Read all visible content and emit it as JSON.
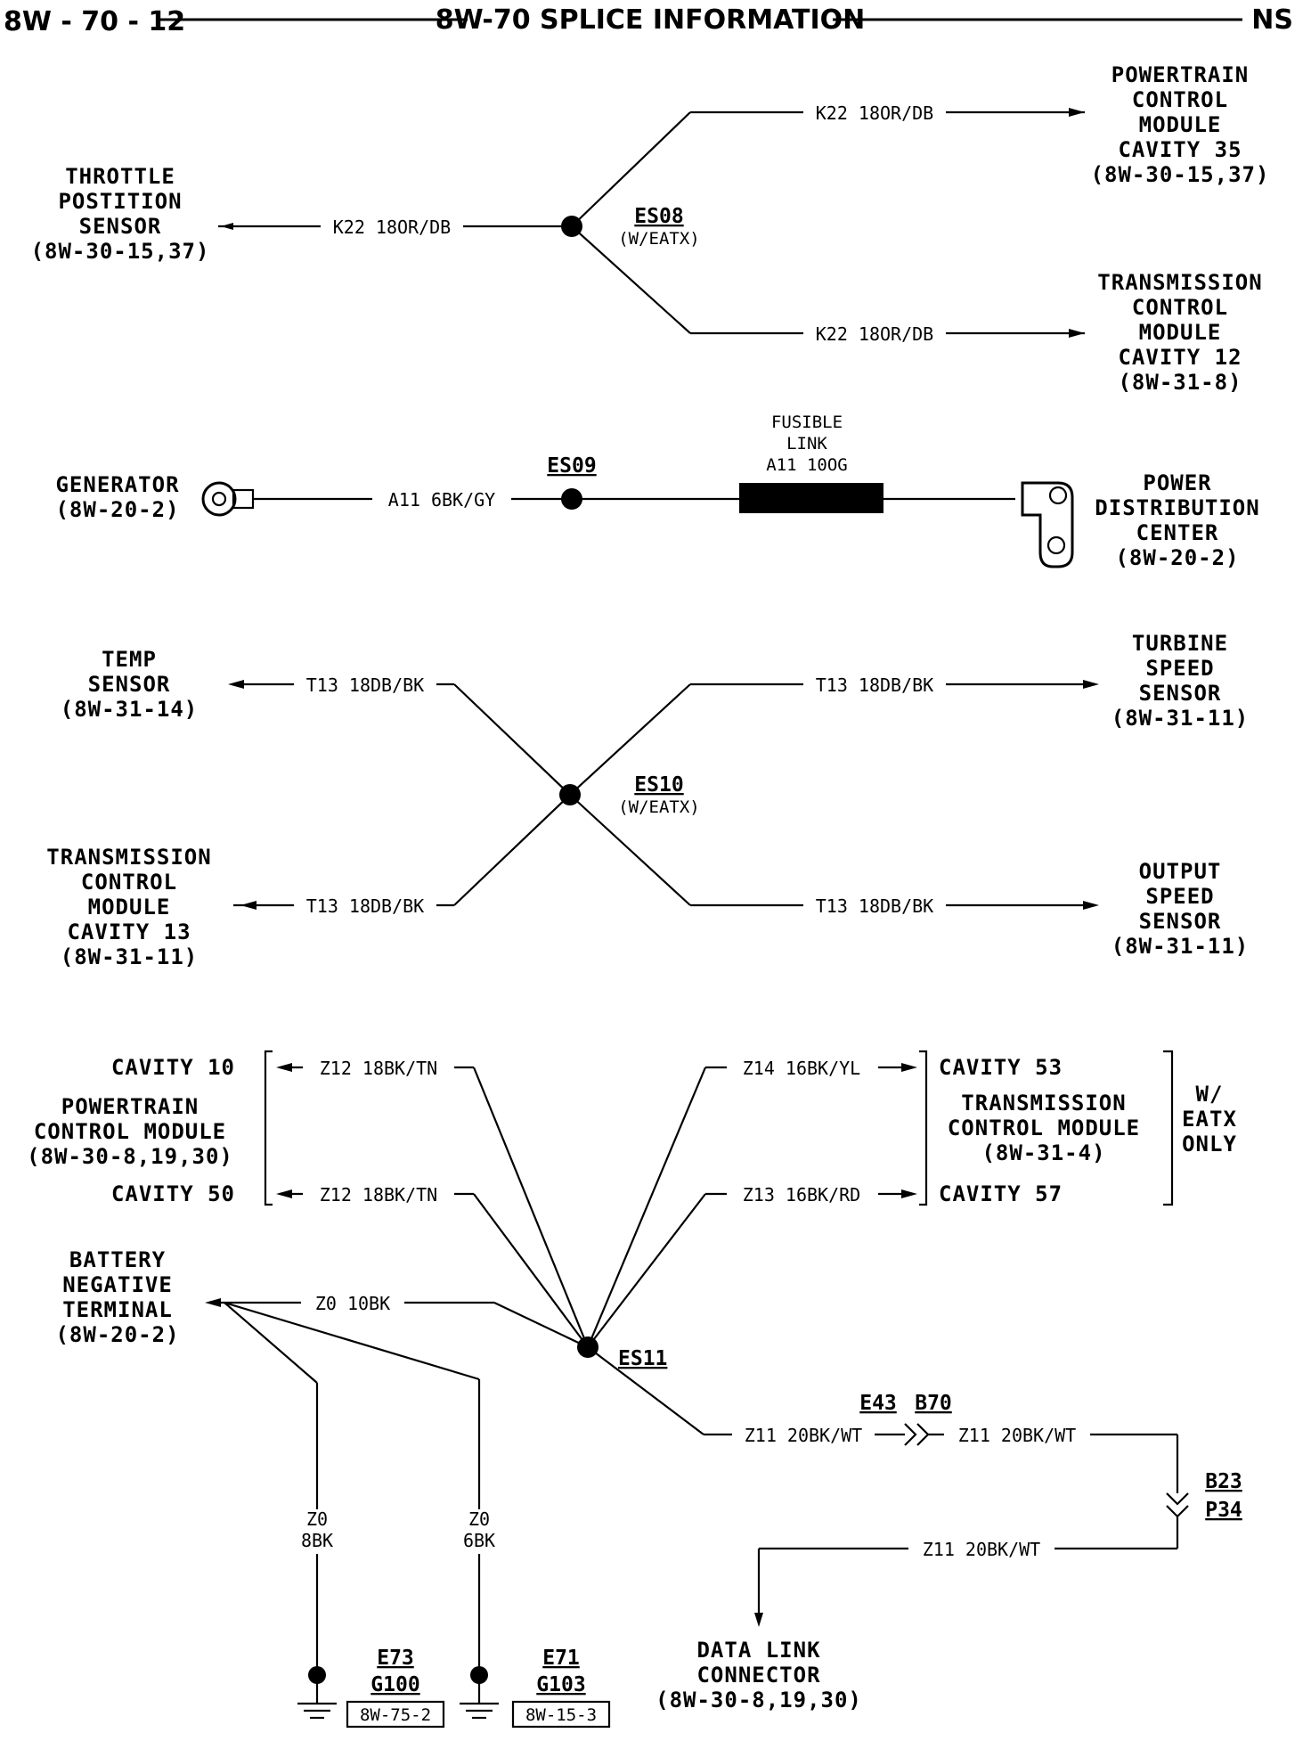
{
  "header": {
    "page_code": "8W - 70 - 12",
    "title": "8W-70 SPLICE INFORMATION",
    "model": "NS"
  },
  "es08": {
    "splice_id": "ES08",
    "note": "(W/EATX)",
    "left": {
      "wire": "K22 18OR/DB",
      "component": [
        "THROTTLE",
        "POSTITION",
        "SENSOR",
        "(8W-30-15,37)"
      ]
    },
    "upper_right": {
      "wire": "K22 18OR/DB",
      "component": [
        "POWERTRAIN",
        "CONTROL",
        "MODULE",
        "CAVITY 35",
        "(8W-30-15,37)"
      ]
    },
    "lower_right": {
      "wire": "K22 18OR/DB",
      "component": [
        "TRANSMISSION",
        "CONTROL",
        "MODULE",
        "CAVITY 12",
        "(8W-31-8)"
      ]
    }
  },
  "es09": {
    "splice_id": "ES09",
    "left": {
      "wire": "A11 6BK/GY",
      "component": [
        "GENERATOR",
        "(8W-20-2)"
      ]
    },
    "fusible_link": [
      "FUSIBLE",
      "LINK",
      "A11 10OG"
    ],
    "right": {
      "component": [
        "POWER",
        "DISTRIBUTION",
        "CENTER",
        "(8W-20-2)"
      ]
    }
  },
  "es10": {
    "splice_id": "ES10",
    "note": "(W/EATX)",
    "upper_left": {
      "wire": "T13 18DB/BK",
      "component": [
        "TEMP",
        "SENSOR",
        "(8W-31-14)"
      ]
    },
    "lower_left": {
      "wire": "T13 18DB/BK",
      "component": [
        "TRANSMISSION",
        "CONTROL",
        "MODULE",
        "CAVITY 13",
        "(8W-31-11)"
      ]
    },
    "upper_right": {
      "wire": "T13 18DB/BK",
      "component": [
        "TURBINE",
        "SPEED",
        "SENSOR",
        "(8W-31-11)"
      ]
    },
    "lower_right": {
      "wire": "T13 18DB/BK",
      "component": [
        "OUTPUT",
        "SPEED",
        "SENSOR",
        "(8W-31-11)"
      ]
    }
  },
  "es11": {
    "splice_id": "ES11",
    "pcm": {
      "cavity_a": "CAVITY 10",
      "cavity_b": "CAVITY 50",
      "name": [
        "POWERTRAIN",
        "CONTROL MODULE",
        "(8W-30-8,19,30)"
      ],
      "wire_a": "Z12 18BK/TN",
      "wire_b": "Z12 18BK/TN"
    },
    "tcm": {
      "cavity_a": "CAVITY 53",
      "cavity_b": "CAVITY 57",
      "name": [
        "TRANSMISSION",
        "CONTROL MODULE",
        "(8W-31-4)"
      ],
      "wire_a": "Z14 16BK/YL",
      "wire_b": "Z13 16BK/RD",
      "note": [
        "W/",
        "EATX",
        "ONLY"
      ]
    },
    "battery": {
      "name": [
        "BATTERY",
        "NEGATIVE",
        "TERMINAL",
        "(8W-20-2)"
      ],
      "wire": "Z0 10BK"
    },
    "grounds": [
      {
        "wire": [
          "Z0",
          "8BK"
        ],
        "splice": "E73",
        "ground": "G100",
        "ref": "8W-75-2"
      },
      {
        "wire": [
          "Z0",
          "6BK"
        ],
        "splice": "E71",
        "ground": "G103",
        "ref": "8W-15-3"
      }
    ],
    "out_wire": "Z11 20BK/WT",
    "connector_1": "E43",
    "connector_2": "B70",
    "after_wire": "Z11 20BK/WT",
    "connector_3": "B23",
    "connector_4": "P34",
    "final_wire": "Z11 20BK/WT",
    "dlc": [
      "DATA LINK",
      "CONNECTOR",
      "(8W-30-8,19,30)"
    ]
  }
}
